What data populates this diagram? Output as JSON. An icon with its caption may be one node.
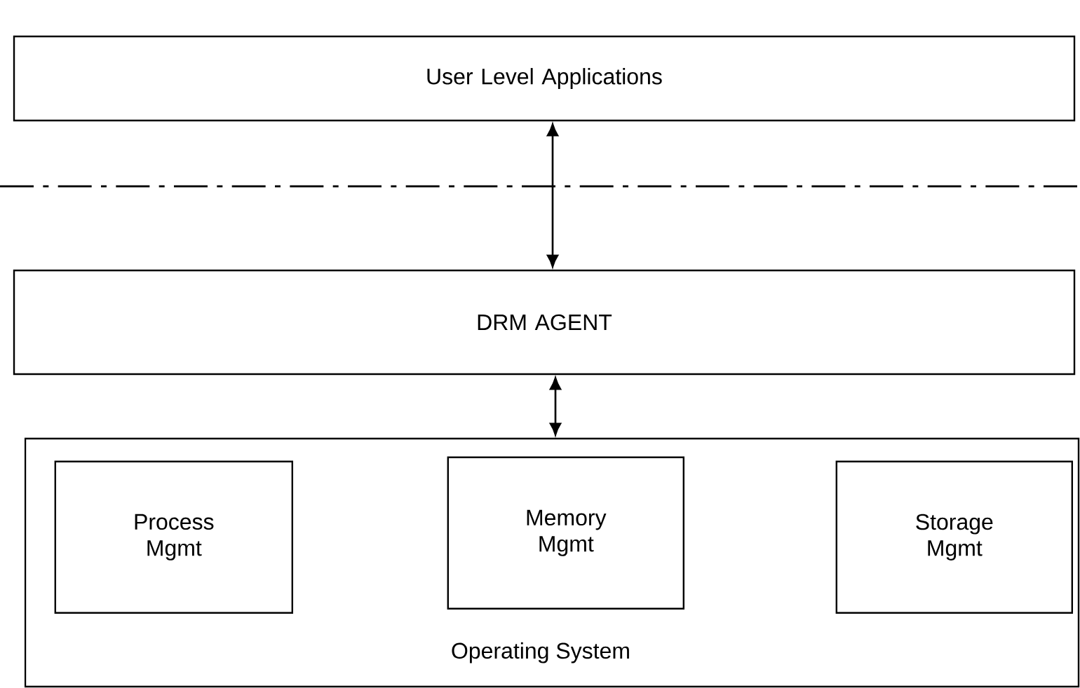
{
  "diagram": {
    "nodes": [
      {
        "text": [
          "User Level Applications"
        ]
      },
      {
        "text": [
          "DRM AGENT"
        ]
      },
      {
        "text": [
          "Operating System"
        ]
      },
      {
        "text": [
          "Process Mgmt"
        ],
        "in": 2
      },
      {
        "text": [
          "Memory Mgmt"
        ],
        "in": 2
      },
      {
        "text": [
          "Storage Mgmt"
        ],
        "in": 2
      }
    ],
    "edges": [
      {
        "from": 0,
        "to": 1,
        "arrow": "both"
      },
      {
        "from": 1,
        "to": 2,
        "arrow": "both"
      }
    ]
  }
}
